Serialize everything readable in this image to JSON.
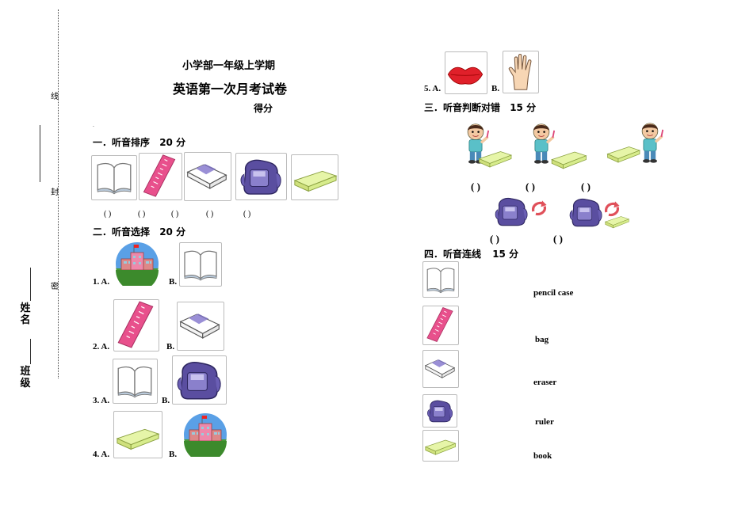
{
  "binding_margin": {
    "line_label": "线",
    "seal_label": "封",
    "secret_label": "密",
    "name_label": "姓名",
    "class_label": "班级"
  },
  "header": {
    "school_term": "小学部一年级上学期",
    "exam_title": "英语第一次月考试卷",
    "score_label": "得分"
  },
  "section1": {
    "title": "一．听音排序",
    "points": "20 分",
    "items": [
      "book-icon",
      "ruler-icon",
      "eraser-icon",
      "bag-icon",
      "pencil-case-icon"
    ],
    "answer_blanks": [
      "( )",
      "( )",
      "( )",
      "( )",
      "( )"
    ]
  },
  "section2": {
    "title": "二．听音选择",
    "points": "20 分",
    "questions": [
      {
        "num": "1. A.",
        "b": "B.",
        "a_icon": "school-icon",
        "b_icon": "book-icon"
      },
      {
        "num": "2. A.",
        "b": "B.",
        "a_icon": "ruler-icon",
        "b_icon": "eraser-icon"
      },
      {
        "num": "3. A.",
        "b": "B.",
        "a_icon": "book-icon",
        "b_icon": "bag-icon"
      },
      {
        "num": "4. A.",
        "b": "B.",
        "a_icon": "pencil-case-icon",
        "b_icon": "school-icon"
      },
      {
        "num": "5. A.",
        "b": "B.",
        "a_icon": "mouth-icon",
        "b_icon": "hand-icon"
      }
    ]
  },
  "section3": {
    "title": "三．听音判断对错",
    "points": "15 分",
    "row1_blanks": [
      "(  )",
      "(  )",
      "(  )"
    ],
    "row2_blanks": [
      "(  )",
      "(  )"
    ]
  },
  "section4": {
    "title": "四．听音连线",
    "points": "15 分",
    "words": [
      "pencil case",
      "bag",
      "eraser",
      "ruler",
      "book"
    ],
    "icons": [
      "book-icon",
      "ruler-icon",
      "eraser-icon",
      "bag-icon",
      "pencil-case-icon"
    ]
  },
  "colors": {
    "ruler": "#e8508c",
    "bag": "#5a4ea0",
    "pencil_case": "#d7ec8c",
    "eraser_band": "#9a8fd6",
    "lips": "#e0202a",
    "dotted_line": "#444444"
  }
}
